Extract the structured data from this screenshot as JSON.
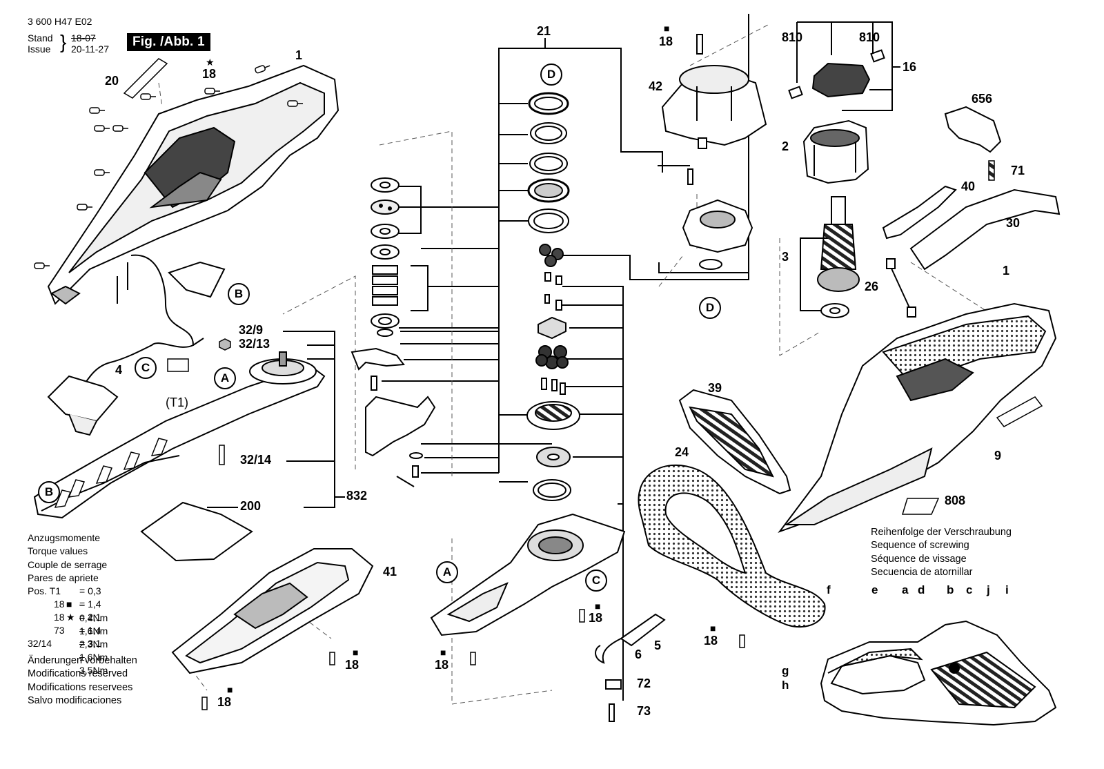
{
  "document": {
    "part_number": "3 600 H47 E02",
    "stand_label": "Stand",
    "issue_label": "Issue",
    "stand_date": "18-07",
    "issue_date": "20-11-27",
    "figure_title": "Fig. /Abb. 1"
  },
  "torque": {
    "headings": [
      "Anzugsmomente",
      "Torque values",
      "Couple de serrage",
      "Pares de apriete"
    ],
    "rows": [
      {
        "pos": "Pos. T1",
        "sym": "",
        "value": "= 0,3 – 0,4Nm"
      },
      {
        "pos": "18",
        "sym": "■",
        "value": "= 1,4 – 1,6Nm"
      },
      {
        "pos": "18",
        "sym": "★",
        "value": "= 2,1 – 2,3Nm"
      },
      {
        "pos": "73",
        "sym": "",
        "value": "= 1,4 – 1,6Nm"
      },
      {
        "pos": "32/14",
        "sym": "",
        "value": "= 3,1 – 3,5Nm"
      }
    ]
  },
  "modifications": [
    "Änderungen vorbehalten",
    "Modifications reserved",
    "Modifications reservees",
    "Salvo modificaciones"
  ],
  "screw_sequence": {
    "headings": [
      "Reihenfolge der Verschraubung",
      "Sequence of screwing",
      "Séquence de vissage",
      "Secuencia de atornillar"
    ],
    "letters": [
      "f",
      "e",
      "a",
      "d",
      "b",
      "c",
      "j",
      "i",
      "g",
      "h"
    ]
  },
  "part_labels": [
    "1",
    "20",
    "18",
    "21",
    "42",
    "810",
    "810",
    "16",
    "656",
    "2",
    "71",
    "40",
    "30",
    "3",
    "26",
    "1",
    "D",
    "D",
    "B",
    "32/9",
    "32/13",
    "C",
    "A",
    "4",
    "(T1)",
    "832",
    "32/14",
    "200",
    "41",
    "B",
    "39",
    "24",
    "9",
    "808",
    "A",
    "C",
    "18",
    "18",
    "18",
    "18",
    "18",
    "6",
    "5",
    "72",
    "73"
  ],
  "callout_letters": [
    "D",
    "D",
    "B",
    "B",
    "C",
    "C",
    "A",
    "A"
  ],
  "symbols": {
    "square": "■",
    "star": "★"
  },
  "colors": {
    "line": "#000000",
    "dash": "#555555",
    "part_fill": "#ffffff",
    "shade": "#d9d9d9",
    "dark": "#333333"
  }
}
